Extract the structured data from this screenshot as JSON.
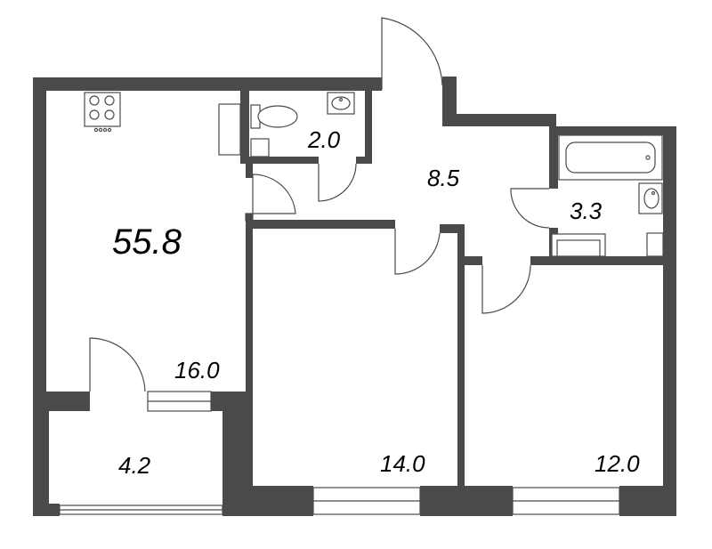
{
  "plan": {
    "total_area": "55.8",
    "rooms": {
      "kitchen_living": "16.0",
      "wc": "2.0",
      "hall": "8.5",
      "bathroom": "3.3",
      "balcony": "4.2",
      "bedroom_1": "14.0",
      "bedroom_2": "12.0"
    },
    "colors": {
      "wall": "#4a4a4a",
      "background": "#ffffff"
    }
  }
}
